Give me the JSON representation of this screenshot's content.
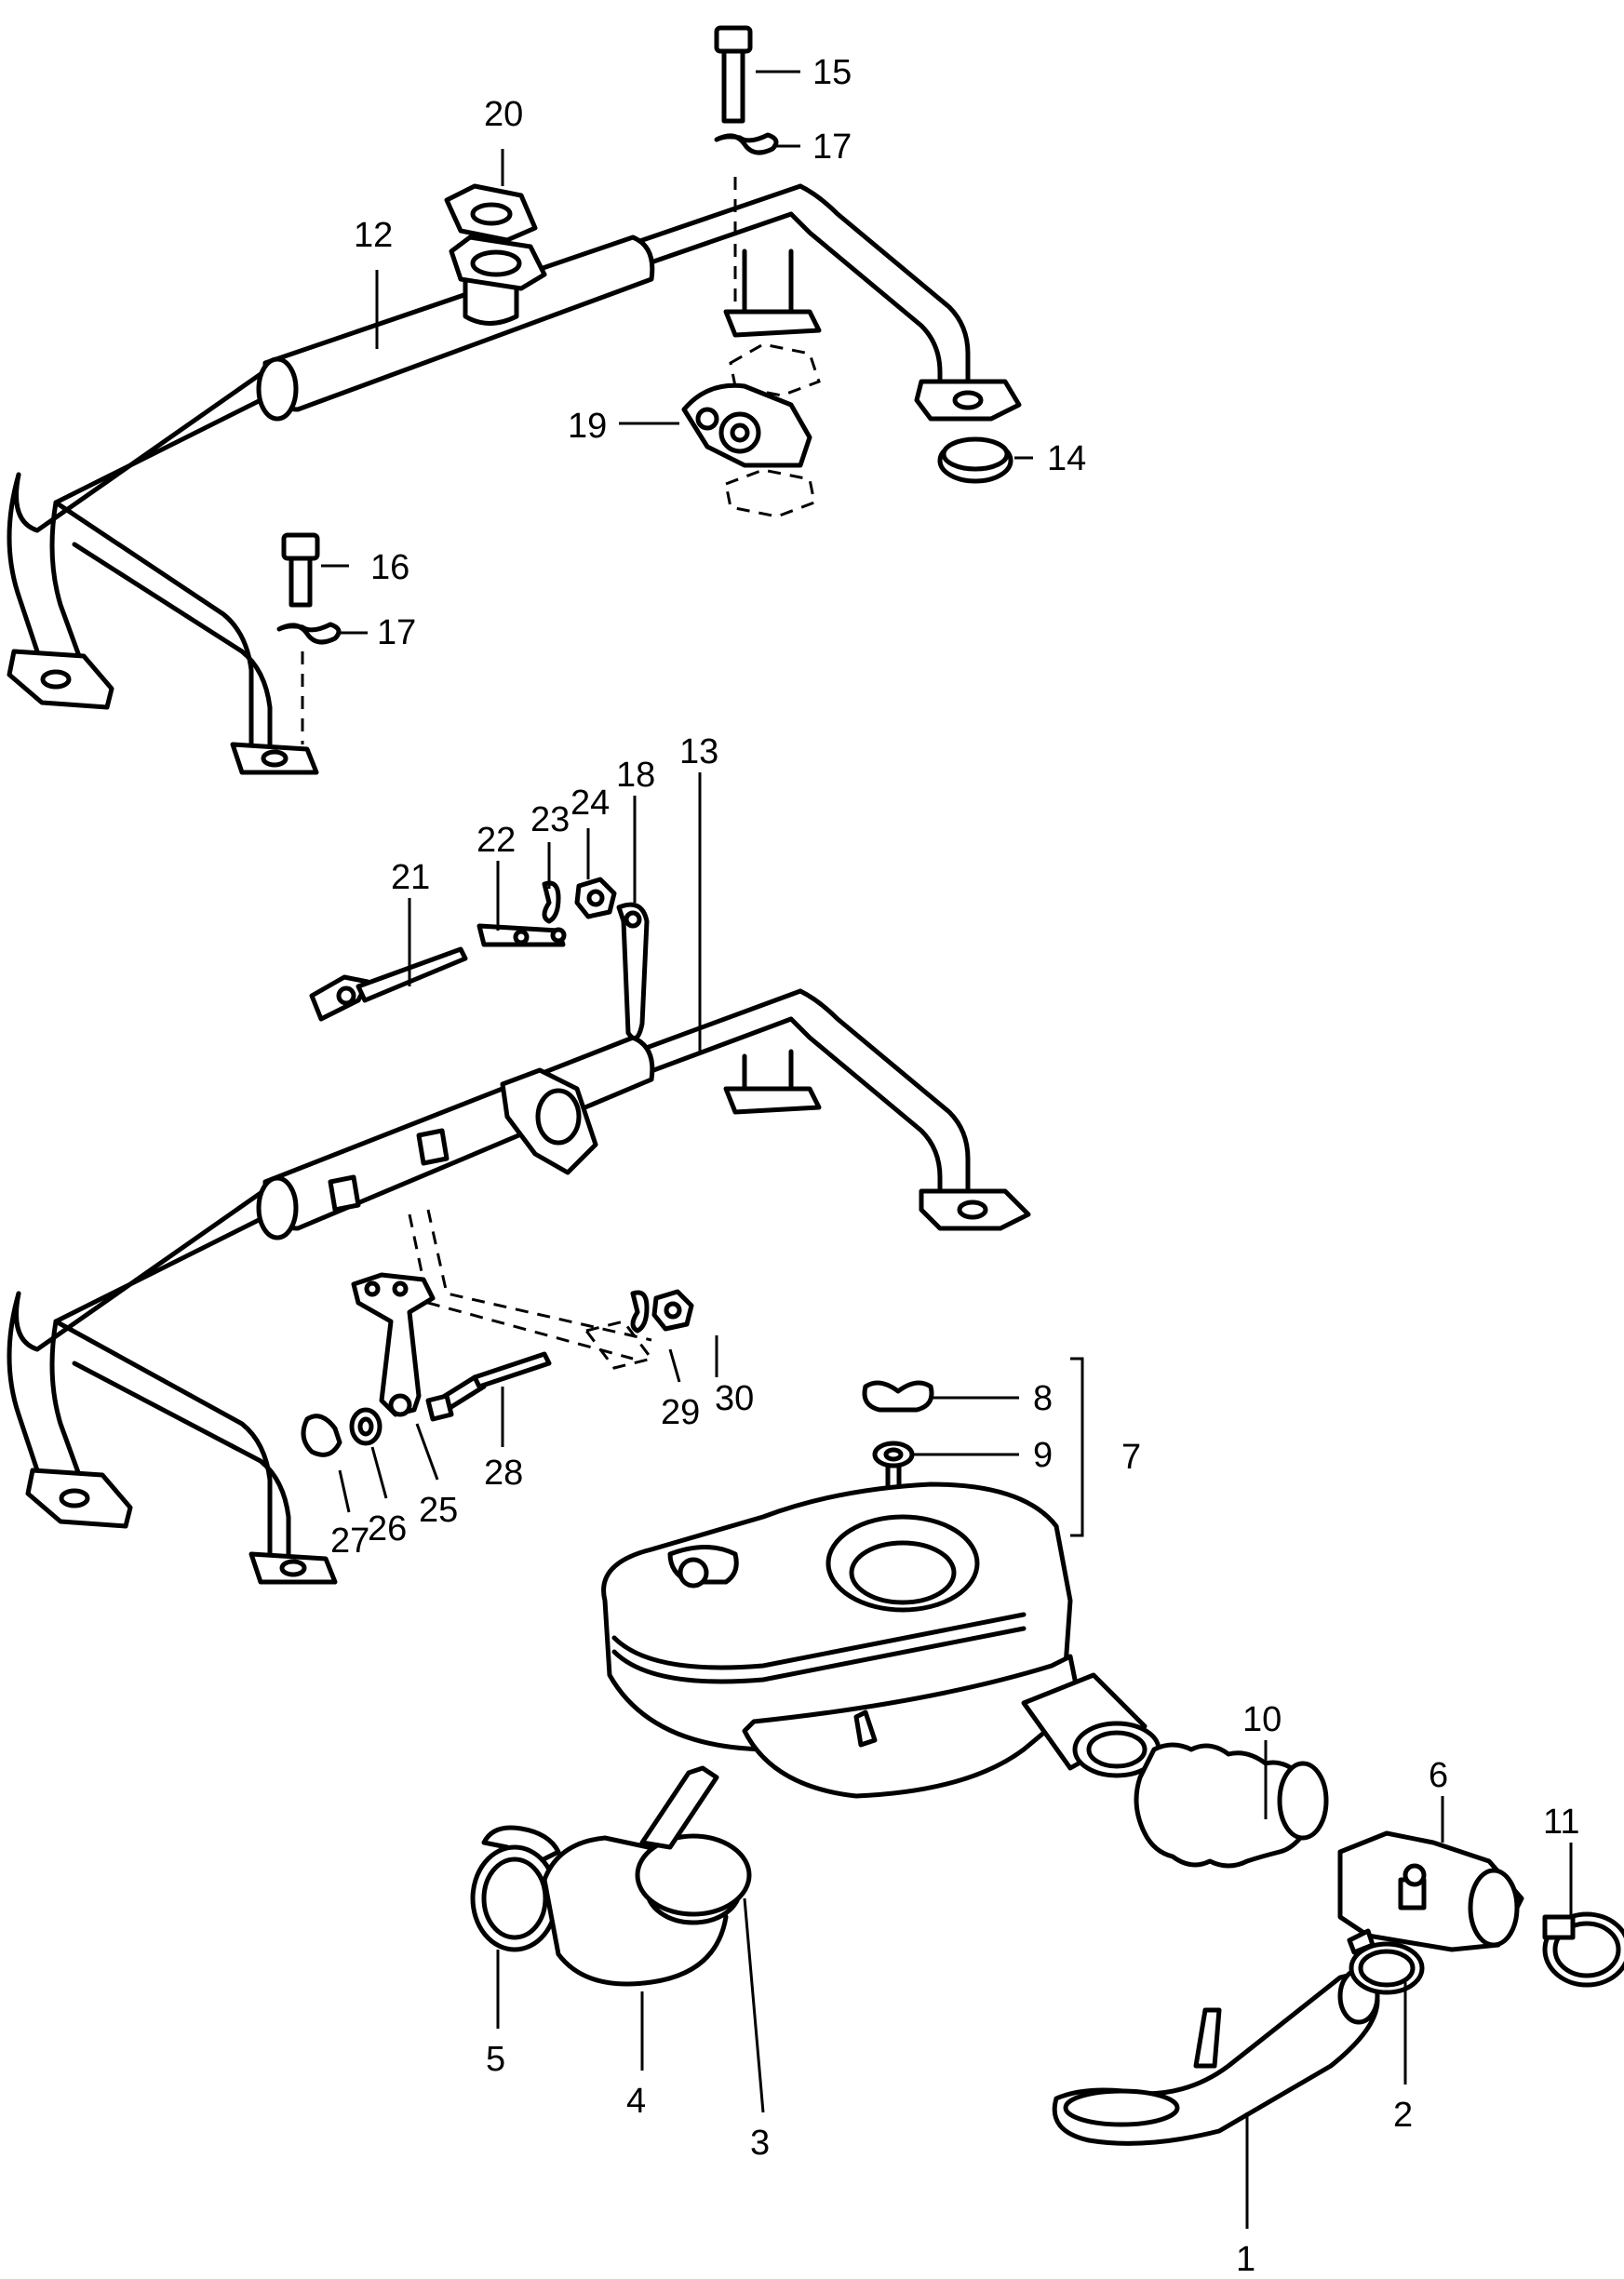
{
  "callouts": {
    "c1": "1",
    "c2": "2",
    "c3": "3",
    "c4": "4",
    "c5": "5",
    "c6": "6",
    "c7": "7",
    "c8": "8",
    "c9": "9",
    "c10": "10",
    "c11": "11",
    "c12": "12",
    "c13": "13",
    "c14": "14",
    "c15": "15",
    "c16": "16",
    "c17a": "17",
    "c17b": "17",
    "c18": "18",
    "c19": "19",
    "c20": "20",
    "c21": "21",
    "c22": "22",
    "c23": "23",
    "c24": "24",
    "c25": "25",
    "c26": "26",
    "c27": "27",
    "c28": "28",
    "c29": "29",
    "c30": "30"
  }
}
